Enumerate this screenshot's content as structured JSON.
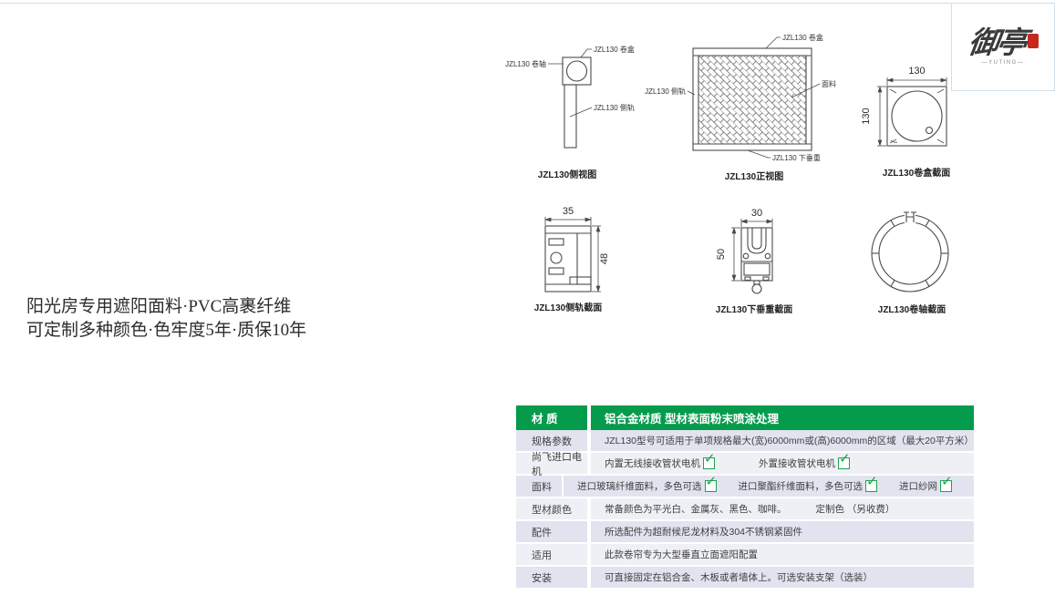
{
  "logo": {
    "name": "御亭",
    "subtext": "—YUTING—",
    "seal_color": "#c5281e"
  },
  "intro": {
    "line1": "阳光房专用遮阳面料·PVC高裹纤维",
    "line2": "可定制多种颜色·色牢度5年·质保10年"
  },
  "drawings": {
    "side_view": {
      "caption": "JZL130侧视图",
      "labels": {
        "box": "JZL130 卷盒",
        "axis": "JZL130 卷轴",
        "rail": "JZL130 侧轨"
      }
    },
    "front_view": {
      "caption": "JZL130正视图",
      "labels": {
        "box": "JZL130 卷盒",
        "fabric": "面料",
        "rail": "JZL130 侧轨",
        "weight": "JZL130 下垂重"
      }
    },
    "box_section": {
      "caption": "JZL130卷盒截面",
      "dim_width": "130",
      "dim_height": "130"
    },
    "rail_section": {
      "caption": "JZL130侧轨截面",
      "dim_width": "35",
      "dim_height": "48"
    },
    "weight_section": {
      "caption": "JZL130下垂重截面",
      "dim_width": "30",
      "dim_height": "50"
    },
    "axis_section": {
      "caption": "JZL130卷轴截面"
    }
  },
  "spec_table": {
    "header_bg": "#059b4c",
    "row_bg_odd": "#e1e4ef",
    "row_bg_even": "#eff0f5",
    "check_color": "#1ca351",
    "check_glyph": "✓",
    "header": {
      "col1": "材 质",
      "col2": "铝合金材质  型材表面粉末喷涂处理"
    },
    "rows": [
      {
        "label": "规格参数",
        "segments": [
          {
            "text": "JZL130型号可适用于单项规格最大(宽)6000mm或(高)6000mm的区域（最大20平方米）",
            "check": false
          }
        ]
      },
      {
        "label": "尚飞进口电机",
        "segments": [
          {
            "text": "内置无线接收管状电机",
            "check": true
          },
          {
            "text": "外置接收管状电机",
            "check": true
          }
        ]
      },
      {
        "label": "面料",
        "segments": [
          {
            "text": "进口玻璃纤维面料，多色可选",
            "check": true
          },
          {
            "text": "进口聚酯纤维面料，多色可选",
            "check": true
          },
          {
            "text": "进口纱网",
            "check": true
          }
        ]
      },
      {
        "label": "型材颜色",
        "segments": [
          {
            "text": "常备颜色为平光白、金属灰、黑色、咖啡。",
            "check": false
          },
          {
            "text": "定制色 （另收费）",
            "check": false
          }
        ]
      },
      {
        "label": "配件",
        "segments": [
          {
            "text": "所选配件为超耐候尼龙材料及304不锈钢紧固件",
            "check": false
          }
        ]
      },
      {
        "label": "适用",
        "segments": [
          {
            "text": "此款卷帘专为大型垂直立面遮阳配置",
            "check": false
          }
        ]
      },
      {
        "label": "安装",
        "segments": [
          {
            "text": "可直接固定在铝合金、木板或者墙体上。可选安装支架（选装）",
            "check": false
          }
        ]
      }
    ]
  }
}
